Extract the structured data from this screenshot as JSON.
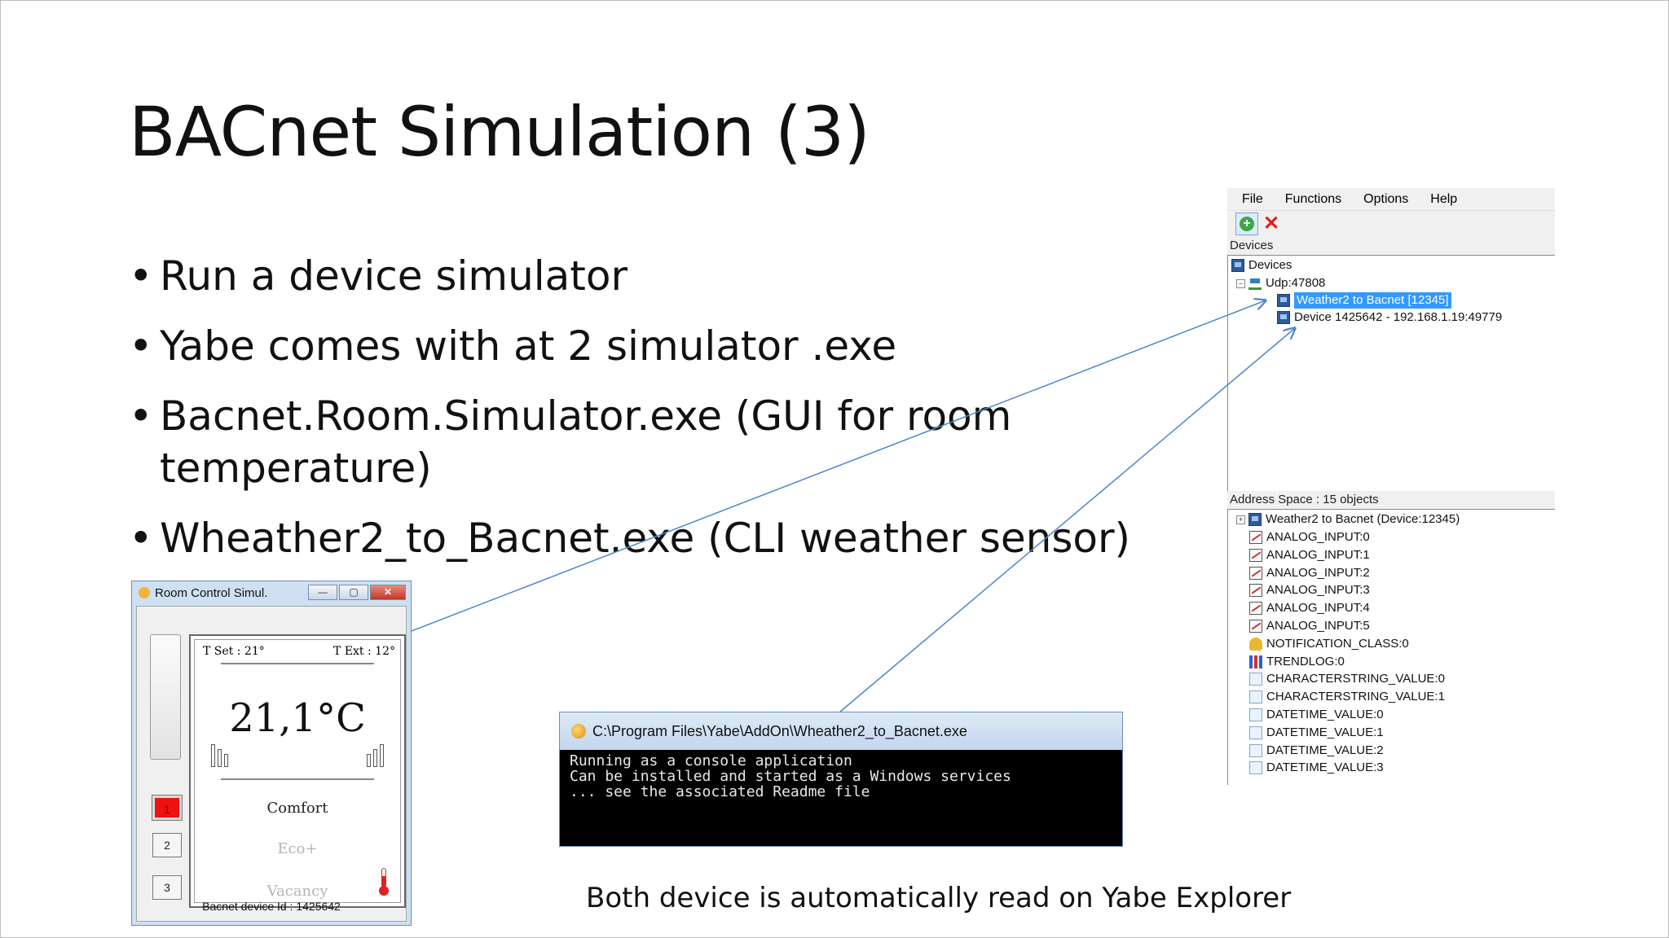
{
  "slide": {
    "title": "BACnet Simulation (3)",
    "bullets": [
      "Run a device simulator",
      "Yabe comes with at 2 simulator .exe",
      "Bacnet.Room.Simulator.exe (GUI for room temperature)",
      "Wheather2_to_Bacnet.exe (CLI weather sensor)"
    ],
    "bullet_symbol": "•",
    "caption": "Both device is automatically read on Yabe Explorer"
  },
  "yabe": {
    "menu": [
      "File",
      "Functions",
      "Options",
      "Help"
    ],
    "devices_label": "Devices",
    "device_tree": {
      "root": "Devices",
      "udp": "Udp:47808",
      "device1": "Weather2 to Bacnet  [12345]",
      "device2": "Device 1425642 - 192.168.1.19:49779"
    },
    "address_space_label": "Address Space : 15 objects",
    "address_root": "Weather2 to Bacnet  (Device:12345)",
    "objects": [
      "ANALOG_INPUT:0",
      "ANALOG_INPUT:1",
      "ANALOG_INPUT:2",
      "ANALOG_INPUT:3",
      "ANALOG_INPUT:4",
      "ANALOG_INPUT:5",
      "NOTIFICATION_CLASS:0",
      "TRENDLOG:0",
      "CHARACTERSTRING_VALUE:0",
      "CHARACTERSTRING_VALUE:1",
      "DATETIME_VALUE:0",
      "DATETIME_VALUE:1",
      "DATETIME_VALUE:2",
      "DATETIME_VALUE:3"
    ],
    "object_icons": [
      "ai",
      "ai",
      "ai",
      "ai",
      "ai",
      "ai",
      "bell",
      "bars",
      "doc",
      "doc",
      "doc",
      "doc",
      "doc",
      "doc"
    ],
    "expander_collapsed": "−",
    "expander_expanded": "+"
  },
  "room": {
    "title": "Room Control Simul.",
    "tset": "T Set : 21°",
    "text": "T Ext : 12°",
    "temperature": "21,1°C",
    "modes": [
      "Comfort",
      "Eco+",
      "Vacancy"
    ],
    "buttons": [
      "1",
      "2",
      "3"
    ],
    "device_id": "Bacnet device Id :  1425642",
    "min_symbol": "—",
    "max_symbol": "▢",
    "close_symbol": "✕"
  },
  "console": {
    "title": "C:\\Program Files\\Yabe\\AddOn\\Wheather2_to_Bacnet.exe",
    "lines": [
      "Running as a console application",
      "Can be installed and started as a Windows services",
      "... see the associated Readme file"
    ]
  },
  "colors": {
    "selection": "#3399ff",
    "arrow": "#4f86c6",
    "active_mode": "#ee1111"
  }
}
